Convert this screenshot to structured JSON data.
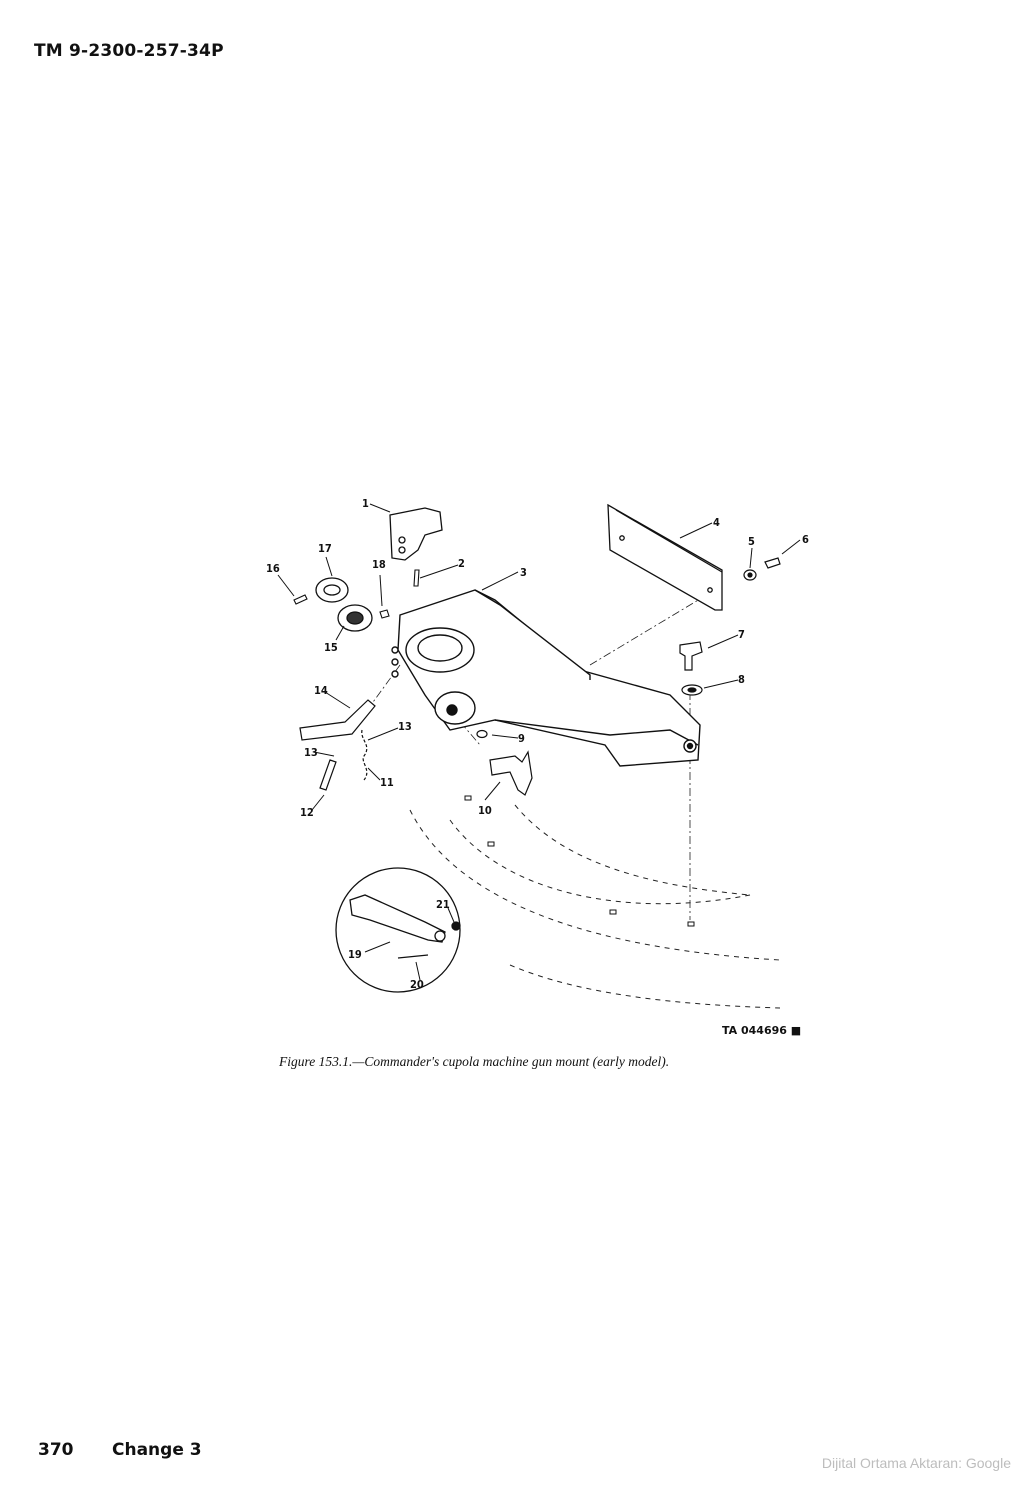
{
  "header": {
    "document_id": "TM 9-2300-257-34P"
  },
  "figure": {
    "callouts": [
      "1",
      "2",
      "3",
      "4",
      "5",
      "6",
      "7",
      "8",
      "9",
      "10",
      "11",
      "12",
      "13",
      "13",
      "14",
      "15",
      "16",
      "17",
      "18",
      "19",
      "20",
      "21"
    ],
    "reference_number": "TA 044696",
    "caption": "Figure 153.1.—Commander's cupola machine gun mount (early model)."
  },
  "footer": {
    "page_number": "370",
    "change_label": "Change 3"
  },
  "watermark": {
    "text": "Dijital Ortama Aktaran: Google"
  }
}
